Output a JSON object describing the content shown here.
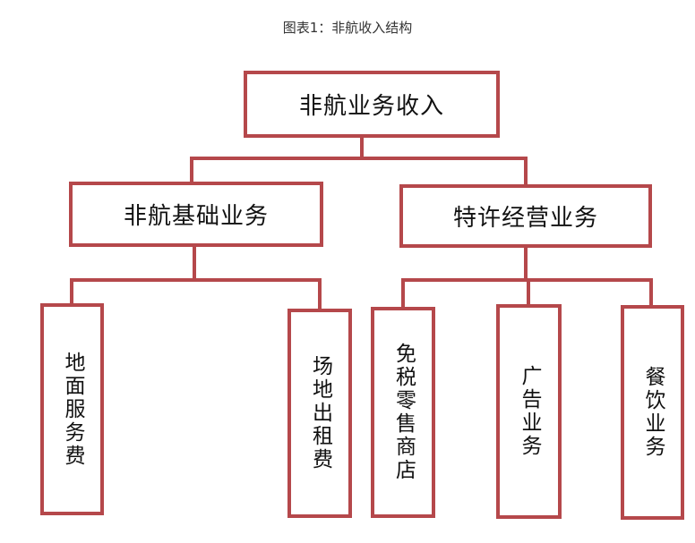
{
  "caption": "图表1：非航收入结构",
  "colors": {
    "box_border": "#b5484b",
    "connector": "#b5484b",
    "text": "#111111"
  },
  "root": {
    "label": "非航业务收入"
  },
  "branches": [
    {
      "label": "非航基础业务",
      "children": [
        "地面服务费",
        "场地出租费"
      ]
    },
    {
      "label": "特许经营业务",
      "children": [
        "免税零售商店",
        "广告业务",
        "餐饮业务"
      ]
    }
  ]
}
